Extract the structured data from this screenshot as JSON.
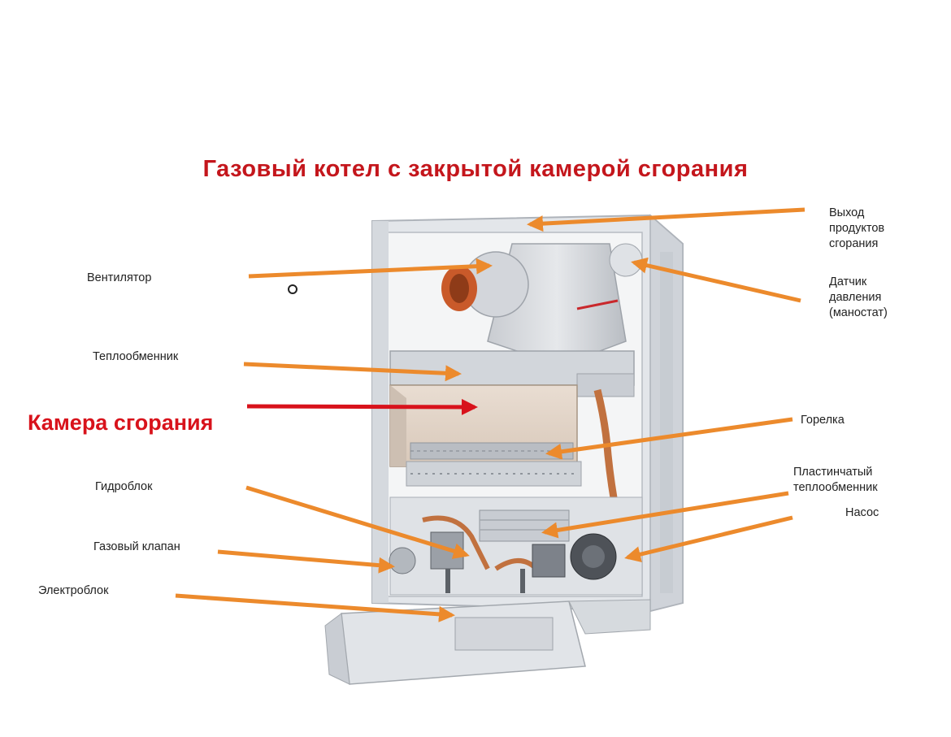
{
  "title": "Газовый котел с закрытой камерой сгорания",
  "colors": {
    "title": "#c4161c",
    "arrow": "#ec8a2c",
    "arrow_highlight": "#d8121b",
    "casing": "#d9dde2",
    "panel": "#eef0f2"
  },
  "labels": {
    "fan": "Вентилятор",
    "heat_exchanger": "Теплообменник",
    "combustion_chamber": "Камера сгорания",
    "hydroblock": "Гидроблок",
    "gas_valve": "Газовый клапан",
    "electroblock": "Электроблок",
    "flue_outlet": [
      "Выход",
      "продуктов",
      "сгорания"
    ],
    "pressure_sensor": [
      "Датчик",
      "давления",
      "(маностат)"
    ],
    "burner": "Горелка",
    "plate_heat_exchanger": [
      "Пластинчатый",
      "теплообменник"
    ],
    "pump": "Насос"
  }
}
